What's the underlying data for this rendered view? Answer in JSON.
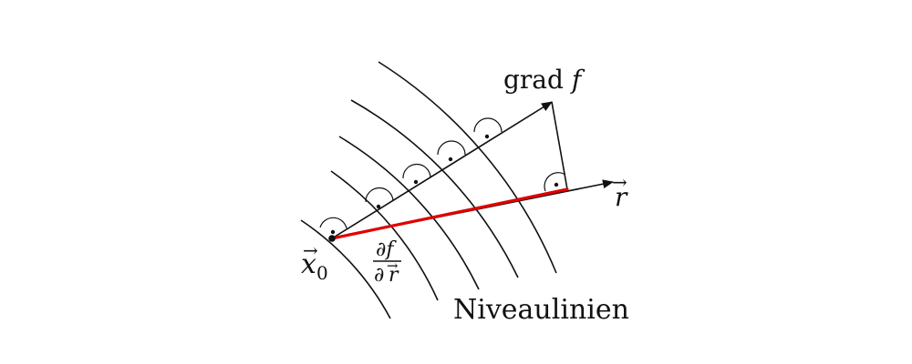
{
  "labels": {
    "gradient": {
      "text": "grad ",
      "var": "f"
    },
    "direction": {
      "symbol": "r",
      "arrow": "→"
    },
    "point": {
      "symbol": "x",
      "arrow": "→",
      "sub": "0"
    },
    "derivative": {
      "numerator": "∂f",
      "denominator_d": "∂",
      "denominator_var": "r",
      "arrow": "→"
    },
    "level_lines": "Niveaulinien"
  },
  "colors": {
    "ink": "#111111",
    "highlight": "#e00000"
  }
}
